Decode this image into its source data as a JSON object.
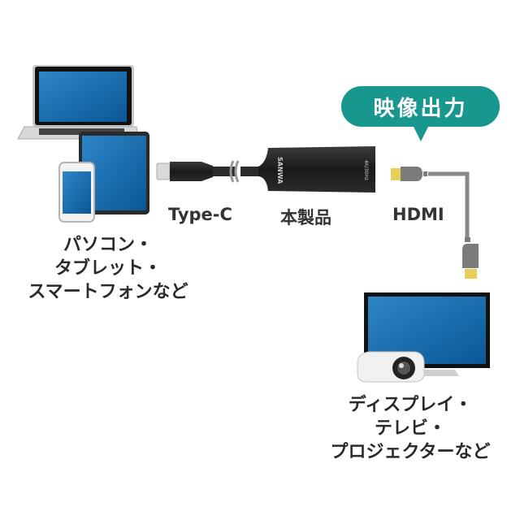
{
  "bubble": {
    "label": "映像出力",
    "color": "#17978d"
  },
  "labels": {
    "type_c": "Type-C",
    "product": "本製品",
    "hdmi": "HDMI"
  },
  "adapter": {
    "brand": "SANWA",
    "spec": "4K/30Hz"
  },
  "source_devices": {
    "lines": [
      "パソコン・",
      "タブレット・",
      "スマートフォンなど"
    ]
  },
  "output_devices": {
    "lines": [
      "ディスプレイ・",
      "テレビ・",
      "プロジェクターなど"
    ]
  }
}
